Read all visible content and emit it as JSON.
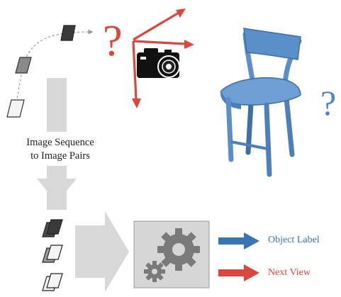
{
  "sequence_label": {
    "line1": "Image Sequence",
    "line2": "to Image Pairs"
  },
  "top_question_mark": "?",
  "chair_question_mark": "?",
  "outputs": [
    {
      "label": "Object Label",
      "color": "#3b74b3"
    },
    {
      "label": "Next View",
      "color": "#d9473f"
    }
  ],
  "colors": {
    "arrow_red": "#d9473f",
    "question_red": "#d9473f",
    "chair_blue": "#5b8fc8",
    "chair_dark": "#3f6fa3",
    "flow_gray": "#d8d8d8",
    "box_gray": "#d6d6d6",
    "gear_gray": "#7a7a7a"
  },
  "icons": [
    "camera-icon",
    "chair-icon",
    "gear-icon",
    "image-frame-icon"
  ]
}
